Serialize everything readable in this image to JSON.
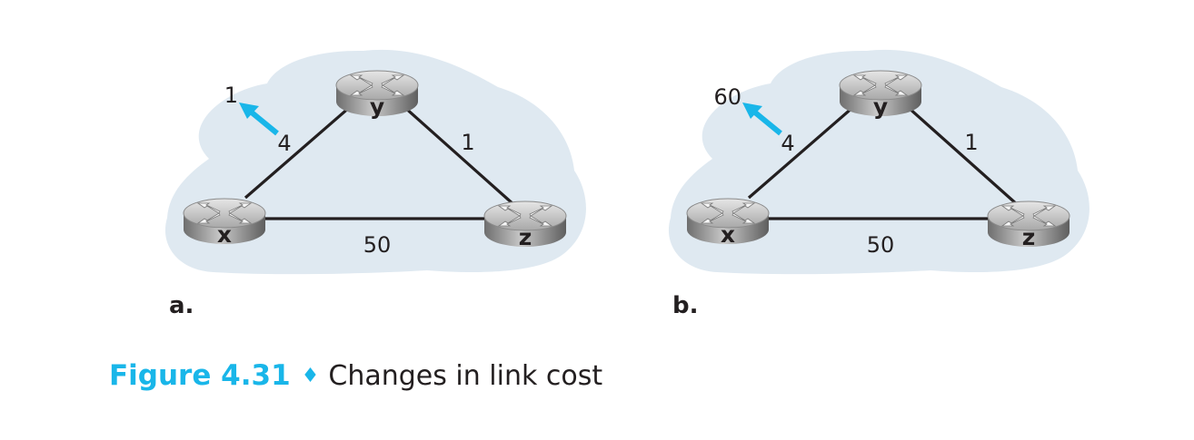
{
  "panels": [
    {
      "label": "a.",
      "nodes": {
        "x": "x",
        "y": "y",
        "z": "z"
      },
      "links": {
        "xy": "4",
        "yz": "1",
        "xz": "50"
      },
      "changed_cost": "1"
    },
    {
      "label": "b.",
      "nodes": {
        "x": "x",
        "y": "y",
        "z": "z"
      },
      "links": {
        "xy": "4",
        "yz": "1",
        "xz": "50"
      },
      "changed_cost": "60"
    }
  ],
  "caption": {
    "number": "Figure 4.31",
    "separator": "♦",
    "text": "Changes in link cost"
  },
  "colors": {
    "accent": "#19b6e9",
    "cloud": "#dfe9f1",
    "text": "#231f20"
  }
}
